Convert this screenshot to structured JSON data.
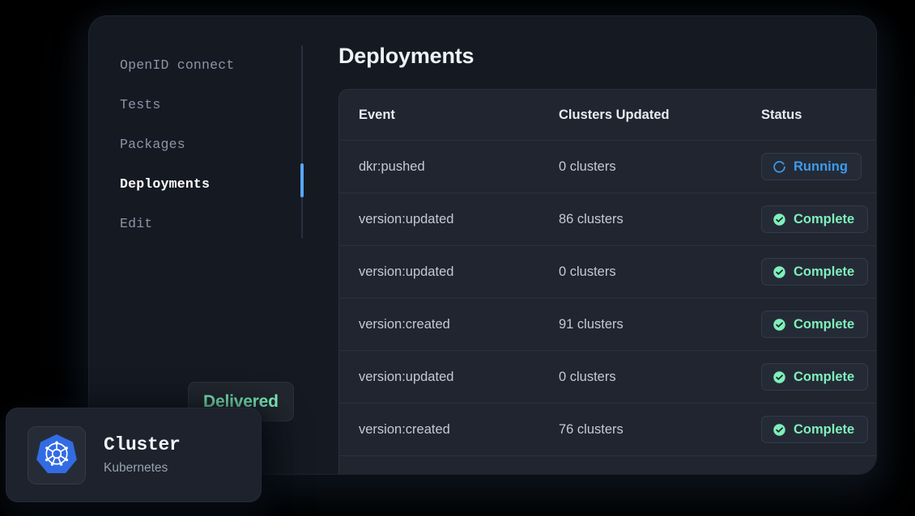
{
  "colors": {
    "page_background": "#000000",
    "window_background": "#151922",
    "card_background": "#20252f",
    "accent_blue": "#58a6f5",
    "status_running": "#3c9bed",
    "status_complete": "#7ef0bb",
    "delivered_green": "#7ff0bc",
    "kubernetes_blue": "#326CE5"
  },
  "sidebar": {
    "items": [
      {
        "label": "OpenID connect",
        "active": false,
        "icon": "nav-item-icon"
      },
      {
        "label": "Tests",
        "active": false,
        "icon": "nav-item-icon"
      },
      {
        "label": "Packages",
        "active": false,
        "icon": "nav-item-icon"
      },
      {
        "label": "Deployments",
        "active": true,
        "icon": "nav-item-icon"
      },
      {
        "label": "Edit",
        "active": false,
        "icon": "nav-item-icon"
      }
    ]
  },
  "main": {
    "title": "Deployments",
    "table": {
      "columns": [
        "Event",
        "Clusters Updated",
        "Status"
      ],
      "rows": [
        {
          "event": "dkr:pushed",
          "clusters": "0 clusters",
          "status": "Running",
          "status_type": "running",
          "status_icon": "spinner-icon"
        },
        {
          "event": "version:updated",
          "clusters": "86 clusters",
          "status": "Complete",
          "status_type": "complete",
          "status_icon": "check-circle-icon"
        },
        {
          "event": "version:updated",
          "clusters": "0 clusters",
          "status": "Complete",
          "status_type": "complete",
          "status_icon": "check-circle-icon"
        },
        {
          "event": "version:created",
          "clusters": "91 clusters",
          "status": "Complete",
          "status_type": "complete",
          "status_icon": "check-circle-icon"
        },
        {
          "event": "version:updated",
          "clusters": "0 clusters",
          "status": "Complete",
          "status_type": "complete",
          "status_icon": "check-circle-icon"
        },
        {
          "event": "version:created",
          "clusters": "76 clusters",
          "status": "Complete",
          "status_type": "complete",
          "status_icon": "check-circle-icon"
        }
      ]
    }
  },
  "overlay": {
    "delivered_label": "Delivered",
    "cluster_card": {
      "title": "Cluster",
      "subtitle": "Kubernetes",
      "icon": "kubernetes-logo-icon"
    }
  }
}
